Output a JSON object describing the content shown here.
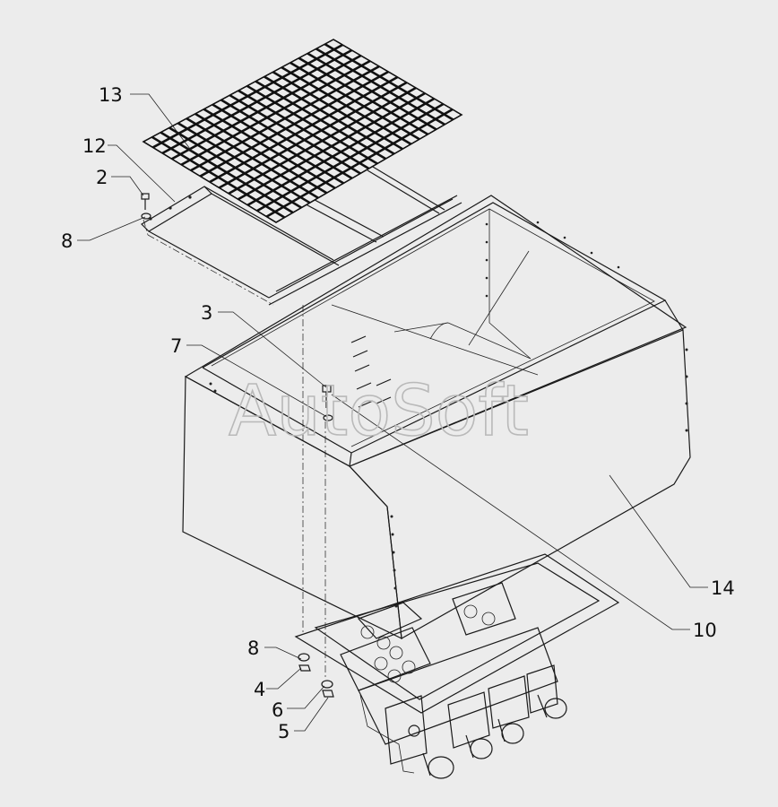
{
  "watermark": "AutoSoft",
  "callouts": [
    {
      "id": "c13",
      "text": "13"
    },
    {
      "id": "c12",
      "text": "12"
    },
    {
      "id": "c2",
      "text": "2"
    },
    {
      "id": "c8a",
      "text": "8"
    },
    {
      "id": "c3",
      "text": "3"
    },
    {
      "id": "c7",
      "text": "7"
    },
    {
      "id": "c14",
      "text": "14"
    },
    {
      "id": "c10",
      "text": "10"
    },
    {
      "id": "c8b",
      "text": "8"
    },
    {
      "id": "c4",
      "text": "4"
    },
    {
      "id": "c6",
      "text": "6"
    },
    {
      "id": "c5",
      "text": "5"
    }
  ]
}
